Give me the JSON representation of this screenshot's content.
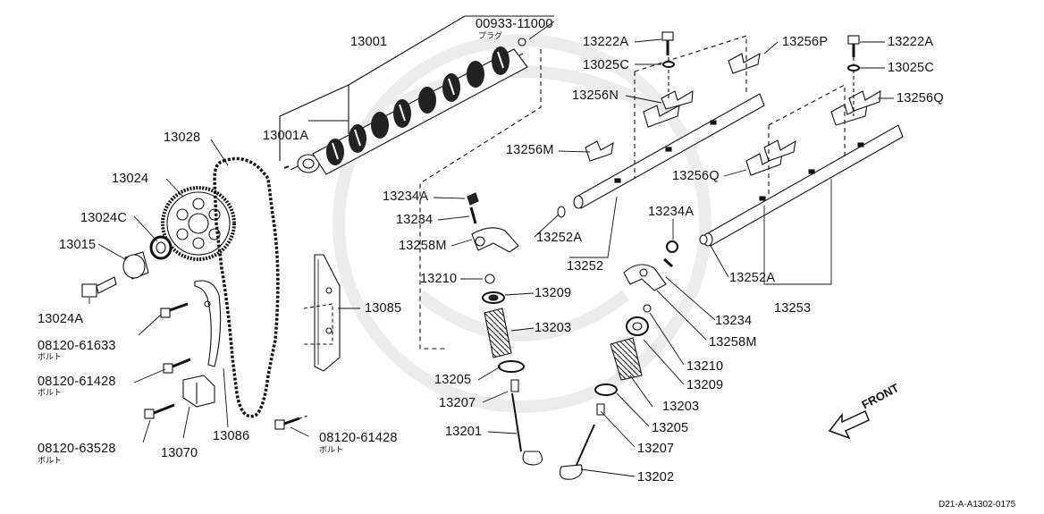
{
  "labels": {
    "l13001": "13001",
    "l00933": "00933-11000",
    "plug": "プラグ",
    "l13001a": "13001A",
    "l13028": "13028",
    "l13024": "13024",
    "l13024c": "13024C",
    "l13015": "13015",
    "l13024a": "13024A",
    "l08120_61633": "08120-61633",
    "bolt1": "ボルト",
    "l08120_61428a": "08120-61428",
    "bolt2": "ボルト",
    "l08120_63528": "08120-63528",
    "bolt3": "ボルト",
    "l13070": "13070",
    "l13086": "13086",
    "l13085": "13085",
    "l08120_61428b": "08120-61428",
    "bolt4": "ボルト",
    "l13222a_l": "13222A",
    "l13025c_l": "13025C",
    "l13256p": "13256P",
    "l13256n": "13256N",
    "l13256m": "13256M",
    "l13234a_l": "13234A",
    "l13234_l": "13234",
    "l13258m_l": "13258M",
    "l13252a_l": "13252A",
    "l13252": "13252",
    "l13210_l": "13210",
    "l13209_l": "13209",
    "l13203_l": "13203",
    "l13205_l": "13205",
    "l13207_l": "13207",
    "l13201": "13201",
    "l13222a_r": "13222A",
    "l13025c_r": "13025C",
    "l13256q_r": "13256Q",
    "l13256q_l": "13256Q",
    "l13234a_r": "13234A",
    "l13252a_r": "13252A",
    "l13253": "13253",
    "l13234_r": "13234",
    "l13258m_r": "13258M",
    "l13210_r": "13210",
    "l13209_r": "13209",
    "l13203_r": "13203",
    "l13205_r": "13205",
    "l13207_r": "13207",
    "l13202": "13202",
    "front": "FRONT",
    "code": "D21-A-A1302-0175"
  }
}
